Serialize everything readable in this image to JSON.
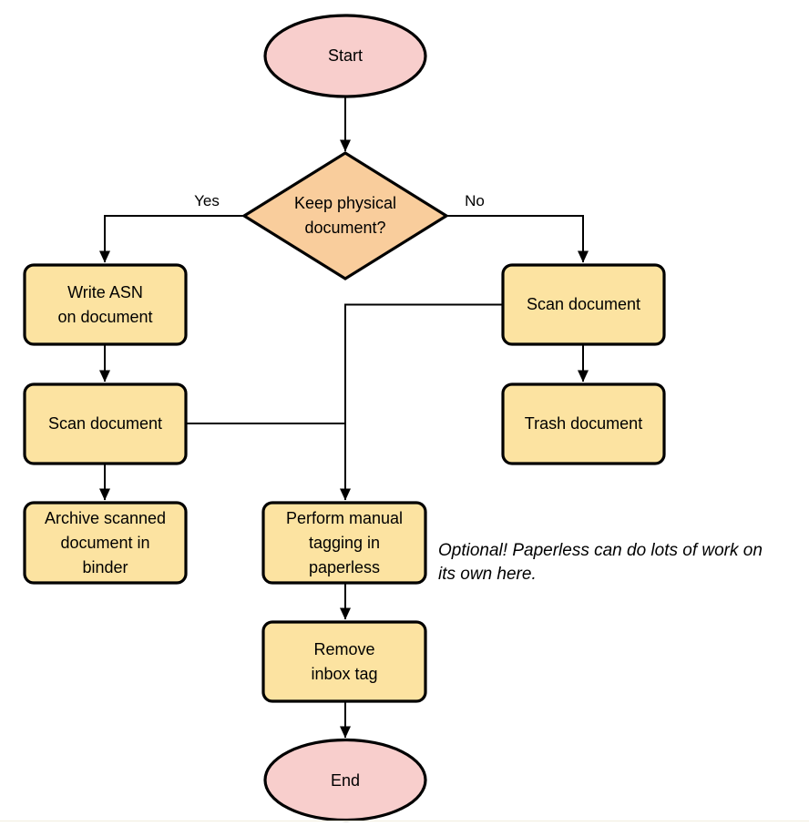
{
  "colors": {
    "terminal_fill": "#f8cecc",
    "decision_fill": "#f9cd9c",
    "process_fill": "#fce3a1",
    "stroke": "#000000",
    "text": "#000000",
    "background": "#ffffff",
    "bottom_divider": "#f2eede"
  },
  "nodes": {
    "start": {
      "type": "terminator",
      "label": "Start"
    },
    "decision": {
      "type": "decision",
      "label": "Keep physical\ndocument?"
    },
    "write_asn": {
      "type": "process",
      "label": "Write ASN\non document"
    },
    "scan_left": {
      "type": "process",
      "label": "Scan document"
    },
    "archive": {
      "type": "process",
      "label": "Archive scanned\ndocument in\nbinder"
    },
    "scan_right": {
      "type": "process",
      "label": "Scan document"
    },
    "trash": {
      "type": "process",
      "label": "Trash document"
    },
    "tagging": {
      "type": "process",
      "label": "Perform manual\ntagging in\npaperless"
    },
    "remove_inbox": {
      "type": "process",
      "label": "Remove\ninbox tag"
    },
    "end": {
      "type": "terminator",
      "label": "End"
    }
  },
  "edges": [
    {
      "from": "start",
      "to": "decision"
    },
    {
      "from": "decision",
      "to": "write_asn",
      "label": "Yes"
    },
    {
      "from": "decision",
      "to": "scan_right",
      "label": "No"
    },
    {
      "from": "write_asn",
      "to": "scan_left"
    },
    {
      "from": "scan_left",
      "to": "archive"
    },
    {
      "from": "scan_right",
      "to": "trash"
    },
    {
      "from": "scan_right",
      "to": "tagging"
    },
    {
      "from": "scan_left",
      "to": "tagging"
    },
    {
      "from": "tagging",
      "to": "remove_inbox"
    },
    {
      "from": "remove_inbox",
      "to": "end"
    }
  ],
  "annotation": "Optional! Paperless can do lots of work on\nits own here."
}
